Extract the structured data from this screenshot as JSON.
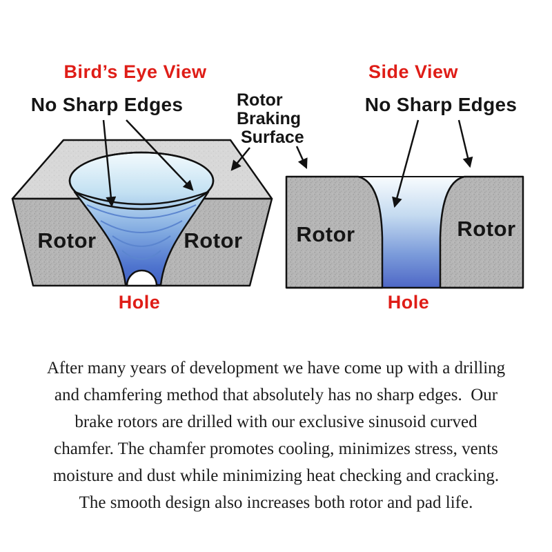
{
  "diagram": {
    "birds_eye": {
      "title": "Bird’s Eye View",
      "no_sharp_edges": "No Sharp Edges",
      "rotor_left": "Rotor",
      "rotor_right": "Rotor",
      "hole": "Hole"
    },
    "braking_surface_label": {
      "line1": "Rotor",
      "line2": "Braking",
      "line3": "Surface"
    },
    "side_view": {
      "title": "Side View",
      "no_sharp_edges": "No Sharp Edges",
      "rotor_left": "Rotor",
      "rotor_right": "Rotor",
      "hole": "Hole"
    },
    "colors": {
      "accent_red": "#df1d17",
      "text_black": "#151515",
      "rotor_gray": "#b6b6b6",
      "rotor_top_gray": "#d8d8d8",
      "hole_blue_light": "#f2fafd",
      "hole_blue_dark": "#3f5fc4"
    }
  },
  "paragraph": {
    "lines": [
      "After many years of development we have come up with a drilling",
      "and chamfering method that absolutely has no sharp edges.  Our",
      "brake rotors are drilled with our exclusive sinusoid curved",
      "chamfer. The chamfer promotes cooling, minimizes stress, vents",
      "moisture and dust while minimizing heat checking and cracking.",
      "The smooth design also increases both rotor and pad life."
    ]
  }
}
